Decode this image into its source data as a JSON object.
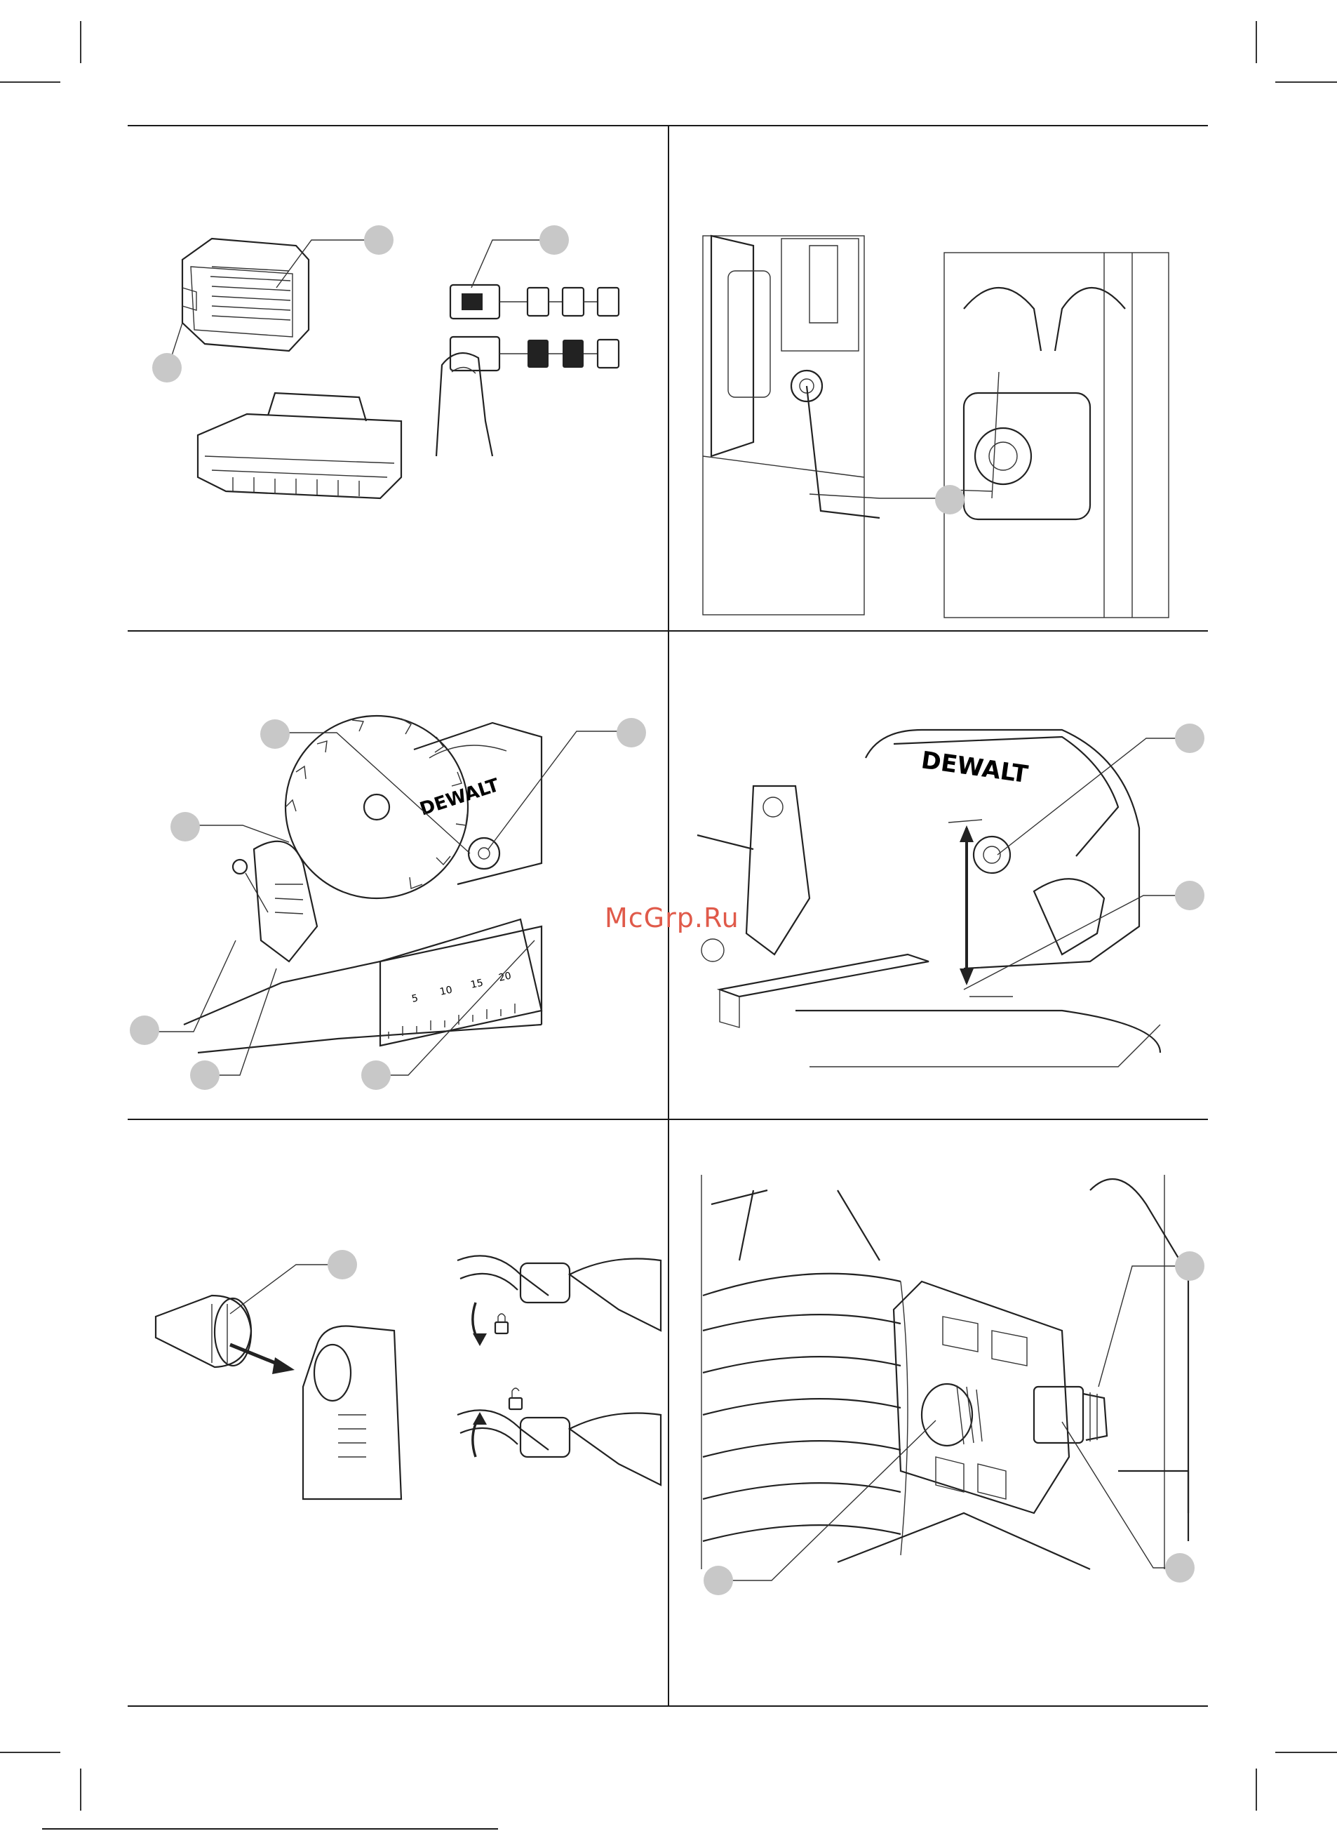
{
  "watermark": "McGrp.Ru",
  "brand": "DEWALT",
  "colors": {
    "rule": "#1a1a1a",
    "callout": "#c8c8c8",
    "watermark": "#e05a4a"
  },
  "panels": [
    {
      "id": "battery-charger",
      "icons": [
        "battery-pack-icon",
        "charger-icon",
        "fuel-gauge-icon",
        "finger-press-icon"
      ]
    },
    {
      "id": "hex-wrench-storage",
      "icons": [
        "hex-wrench-icon",
        "hands-icon"
      ]
    },
    {
      "id": "blade-assembly",
      "icons": [
        "saw-blade-icon",
        "scale-icon"
      ],
      "scale_ticks": [
        "5",
        "10",
        "15",
        "20"
      ]
    },
    {
      "id": "blade-height",
      "icons": [
        "saw-head-icon",
        "double-arrow-icon"
      ]
    },
    {
      "id": "dust-port",
      "icons": [
        "hose-connector-icon",
        "lock-icon",
        "unlock-icon"
      ]
    },
    {
      "id": "spring-detail",
      "icons": [
        "spring-icon",
        "bracket-icon"
      ]
    }
  ]
}
